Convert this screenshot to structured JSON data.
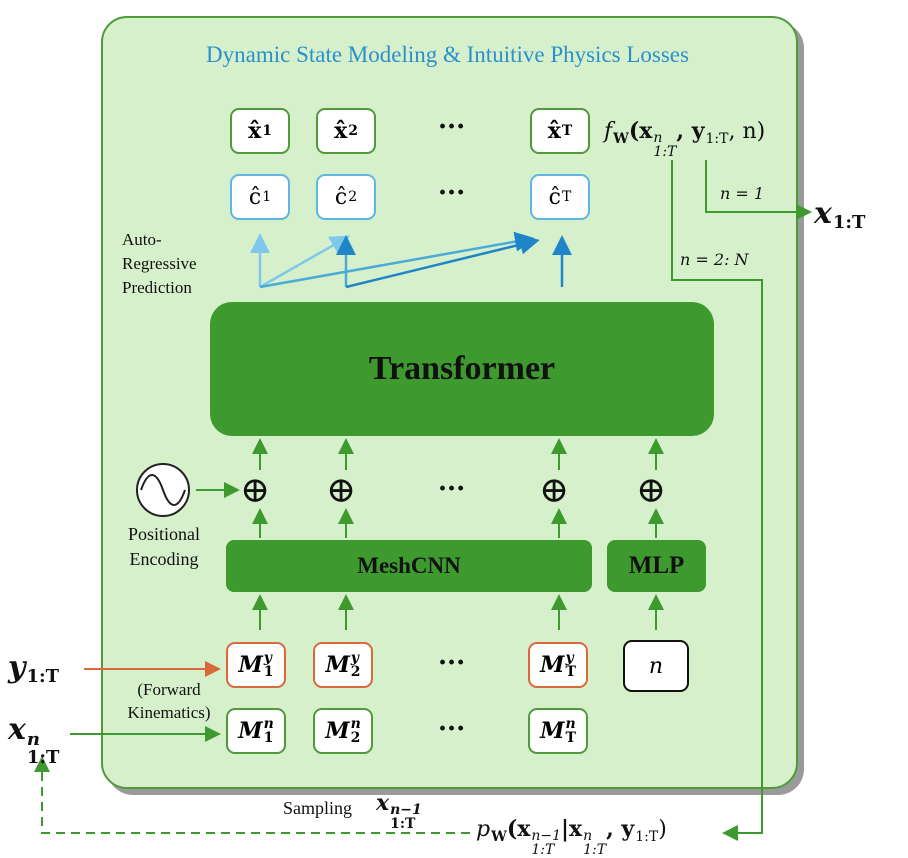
{
  "title": "Dynamic State Modeling &  Intuitive Physics Losses",
  "output_row": {
    "x": [
      "x̂",
      "x̂",
      "x̂"
    ],
    "x_sub": [
      "1",
      "2",
      "T"
    ],
    "c": [
      "ĉ",
      "ĉ",
      "ĉ"
    ],
    "c_sub": [
      "1",
      "2",
      "T"
    ],
    "dots": "···"
  },
  "f_label": {
    "f": "f",
    "w": "W",
    "args": "(x",
    "n": "n",
    "s1": "1:T",
    "comma": ", y",
    "s2": "1:T",
    "end": ", n)"
  },
  "autoregressive": [
    "Auto-",
    "Regressive",
    "Prediction"
  ],
  "transformer": "Transformer",
  "positional": [
    "Positional",
    "Encoding"
  ],
  "meshcnn": "MeshCNN",
  "mlp": "MLP",
  "plus": "⊕",
  "m_row_y": {
    "base": "M",
    "sup": "y",
    "subs": [
      "1",
      "2",
      "T"
    ]
  },
  "m_row_n": {
    "base": "M",
    "sup": "n",
    "subs": [
      "1",
      "2",
      "T"
    ]
  },
  "n_box": "n",
  "forward": [
    "(Forward",
    "Kinematics)"
  ],
  "y_input": {
    "base": "y",
    "sub": "1:T"
  },
  "x_input": {
    "base": "x",
    "sup": "n",
    "sub": "1:T"
  },
  "x_output": {
    "base": "x",
    "sub": "1:T"
  },
  "branch_n1": "n = 1",
  "branch_n2": "n = 2: N",
  "sampling": {
    "label": "Sampling",
    "base": "x",
    "sup": "n−1",
    "sub": "1:T"
  },
  "p_label": {
    "p": "p",
    "w": "W",
    "open": "(x",
    "sup1": "n−1",
    "sub1": "1:T",
    "mid": "|x",
    "sup2": "n",
    "sub2": "1:T",
    "comma": ", y",
    "sub3": "1:T",
    "close": ")"
  },
  "colors": {
    "green": "#3e9a2e",
    "blue": "#5fb6e0",
    "darkblue": "#1e86c8",
    "orange": "#d9683a",
    "panel": "#d7f0cc"
  }
}
